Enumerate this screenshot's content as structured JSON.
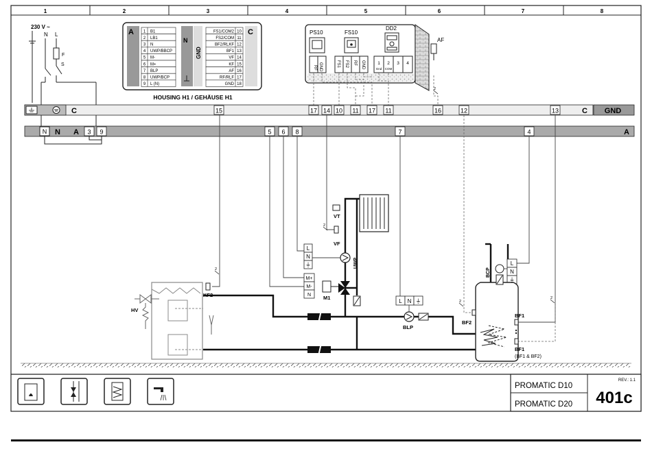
{
  "grid": [
    "1",
    "2",
    "3",
    "4",
    "5",
    "6",
    "7",
    "8"
  ],
  "supply": {
    "voltage": "230 V ~",
    "n": "N",
    "l": "L",
    "fuse": "F",
    "switch": "S"
  },
  "housing": {
    "title": "HOUSING H1 / GEHÄUSE H1",
    "block_a": "A",
    "block_c": "C",
    "n_label": "N",
    "gnd_label": "GND",
    "a_rows": [
      {
        "num": "1",
        "name": "B1"
      },
      {
        "num": "2",
        "name": "LB1"
      },
      {
        "num": "3",
        "name": "N"
      },
      {
        "num": "4",
        "name": "UWP/BBCP"
      },
      {
        "num": "5",
        "name": "M-"
      },
      {
        "num": "6",
        "name": "M+"
      },
      {
        "num": "7",
        "name": "BLP"
      },
      {
        "num": "8",
        "name": "UWP/BCP"
      },
      {
        "num": "9",
        "name": "L (N)"
      }
    ],
    "c_rows": [
      {
        "name": "FS1/COM2",
        "num": "10"
      },
      {
        "name": "FS2/COM",
        "num": "11"
      },
      {
        "name": "BF2/RLKF",
        "num": "12"
      },
      {
        "name": "BF1",
        "num": "13"
      },
      {
        "name": "VF",
        "num": "14"
      },
      {
        "name": "KF",
        "num": "15"
      },
      {
        "name": "AF",
        "num": "16"
      },
      {
        "name": "RF/RLF",
        "num": "17"
      },
      {
        "name": "GND",
        "num": "18"
      }
    ]
  },
  "room_units": {
    "ps10": "PS10",
    "fs10": "FS10",
    "dd2": "DD2",
    "af": "AF",
    "ps10_pins": [
      "RF",
      "GND"
    ],
    "fs10_pins": [
      "FS1",
      "FS2",
      "RF",
      "GND"
    ],
    "dd2_pins": [
      "1",
      "2",
      "3",
      "4"
    ],
    "dd2_sub": [
      "Gnd",
      "COM"
    ]
  },
  "bus_c": {
    "left_label": "C",
    "right_label": "C",
    "gnd_label": "GND",
    "terminals": [
      "15",
      "17",
      "14",
      "10",
      "11",
      "17",
      "11",
      "16",
      "12",
      "13"
    ]
  },
  "bus_a": {
    "n_box": "N",
    "n_label": "N",
    "a_label": "A",
    "right_label": "A",
    "left_terminals": [
      "3",
      "9"
    ],
    "terminals": [
      "5",
      "6",
      "8",
      "7",
      "4"
    ]
  },
  "components": {
    "vt": "VT",
    "vf": "VF",
    "uwp": "UWP",
    "m1": "M1",
    "kf2": "KF2",
    "hv": "HV",
    "blp": "BLP",
    "bf2": "BF2",
    "bcp": "BCP",
    "bf1": "BF1",
    "bf1_lower": "BF1",
    "bf1_note": "(BF1 & BF2)",
    "mark_2": "2"
  },
  "terminal_blocks": {
    "uwp": [
      "L",
      "N",
      "⏚"
    ],
    "mixer": [
      "M+",
      "M-",
      "N"
    ],
    "blp": [
      "L",
      "N",
      "⏚"
    ],
    "bcp": [
      "L",
      "N",
      "⏚"
    ]
  },
  "footer": {
    "icons": [
      "boiler-icon",
      "mixing-valve-icon",
      "buffer-tank-icon",
      "hot-water-tap-icon"
    ],
    "product_1": "PROMATIC D10",
    "product_2": "PROMATIC D20",
    "rev": "REV.: 1.1",
    "code": "401c"
  }
}
